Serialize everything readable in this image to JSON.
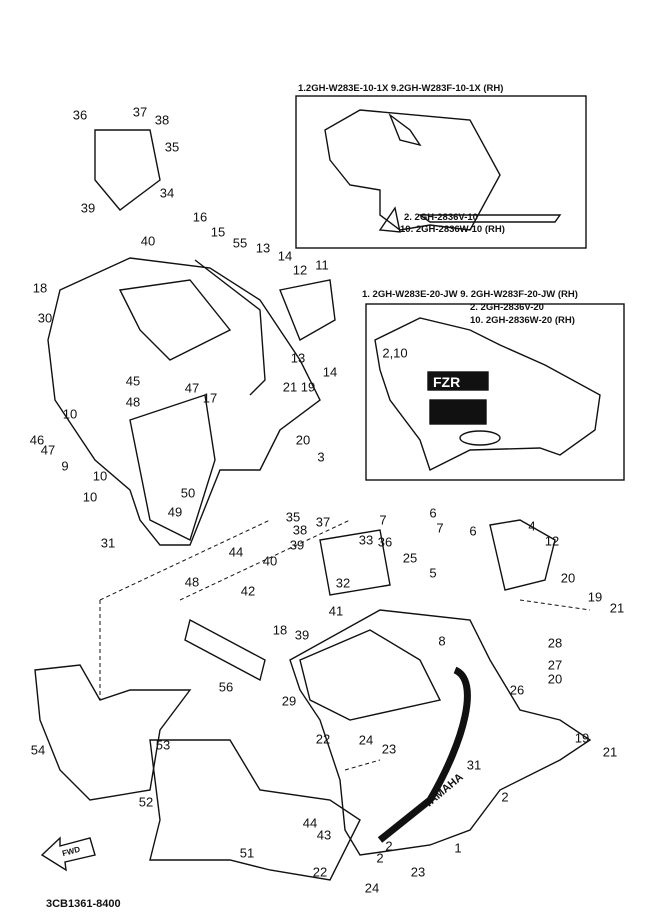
{
  "diagram": {
    "inset_top": {
      "header": "1.2GH-W283E-10-1X  9.2GH-W283F-10-1X (RH)",
      "line1": "2. 2GH-2836V-10",
      "line2": "10. 2GH-2836W-10 (RH)"
    },
    "inset_bottom": {
      "header": "1. 2GH-W283E-20-JW  9. 2GH-W283F-20-JW (RH)",
      "line1": "2. 2GH-2836V-20",
      "line2": "10. 2GH-2836W-20 (RH)",
      "callout": "2,10",
      "decal": "FZR"
    },
    "fairing_logo": "YAMAHA",
    "direction_arrow": "FWD",
    "drawing_number": "3CB1361-8400",
    "callouts": [
      "36",
      "37",
      "38",
      "35",
      "34",
      "39",
      "40",
      "16",
      "15",
      "55",
      "13",
      "14",
      "12",
      "11",
      "18",
      "30",
      "13",
      "14",
      "21",
      "19",
      "45",
      "47",
      "48",
      "17",
      "10",
      "46",
      "47",
      "9",
      "10",
      "10",
      "20",
      "3",
      "50",
      "49",
      "31",
      "7",
      "6",
      "35",
      "38",
      "37",
      "33",
      "36",
      "39",
      "40",
      "32",
      "7",
      "6",
      "4",
      "12",
      "25",
      "5",
      "44",
      "48",
      "42",
      "41",
      "20",
      "19",
      "21",
      "18",
      "39",
      "8",
      "28",
      "27",
      "20",
      "26",
      "56",
      "29",
      "22",
      "24",
      "23",
      "54",
      "53",
      "19",
      "21",
      "31",
      "2",
      "52",
      "44",
      "43",
      "2",
      "1",
      "2",
      "51",
      "22",
      "23",
      "24"
    ]
  }
}
